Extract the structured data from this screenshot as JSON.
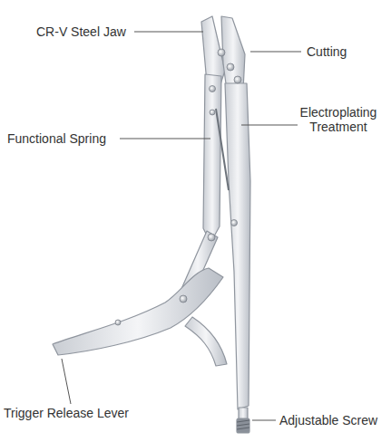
{
  "diagram": {
    "labels": [
      "CR-V Steel Jaw",
      "Cutting",
      "Electroplating Treatment",
      "Functional Spring",
      "Trigger Release Lever",
      "Adjustable Screw"
    ]
  }
}
